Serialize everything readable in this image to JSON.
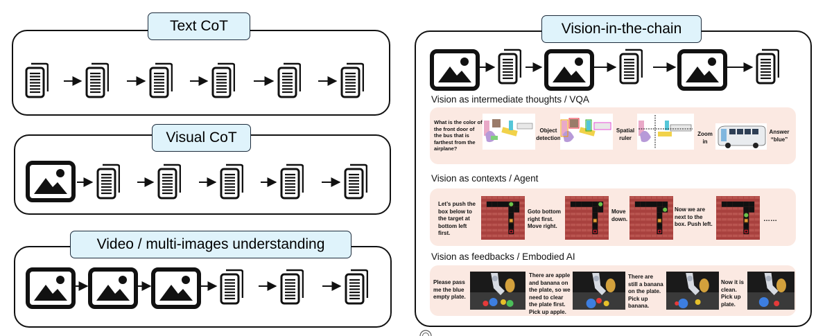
{
  "text_cot": {
    "title": "Text CoT"
  },
  "visual_cot": {
    "title": "Visual CoT"
  },
  "video_cot": {
    "title": "Video / multi-images understanding"
  },
  "vitc": {
    "title": "Vision-in-the-chain",
    "vqa": {
      "heading": "Vision as intermediate thoughts / VQA",
      "question": "What is the color of the front door of the bus that is farthest from the airplane?",
      "step1": "Object detection",
      "step2": "Spatial ruler",
      "step3": "Zoom in",
      "answer": "Answer “blue”"
    },
    "agent": {
      "heading": "Vision as contexts / Agent",
      "s1": "Let’s push the box below to the target at bottom left first.",
      "s2": "Goto bottom right first. Move right.",
      "s3": "Move down.",
      "s4": "Now we are next to the box. Push left.",
      "s5": "……"
    },
    "embodied": {
      "heading": "Vision as feedbacks / Embodied AI",
      "s1": "Please pass me the blue empty plate.",
      "s2": "There are apple and banana on the plate, so we need to clear the plate first. Pick up apple.",
      "s3": "There are still a banana on the plate. Pick up banana.",
      "s4": "Now it is clean. Pick up plate."
    }
  }
}
